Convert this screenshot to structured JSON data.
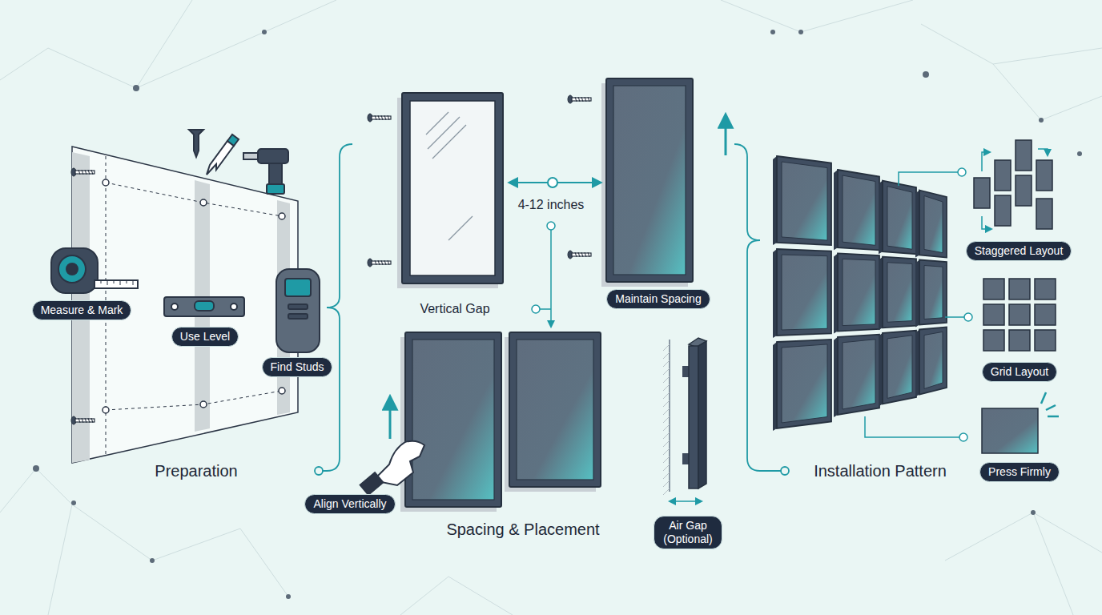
{
  "diagram": {
    "nodes": [
      {
        "text": [
          "Measure & Mark"
        ]
      },
      {
        "text": [
          "Use Level"
        ]
      },
      {
        "text": [
          "Find Studs"
        ]
      },
      {
        "text": [
          "Maintain Spacing"
        ]
      },
      {
        "text": [
          "Align Vertically"
        ]
      },
      {
        "text": [
          "Air Gap (Optional)"
        ]
      },
      {
        "text": [
          "Staggered Layout"
        ]
      },
      {
        "text": [
          "Grid Layout"
        ]
      },
      {
        "text": [
          "Press Firmly"
        ]
      }
    ],
    "labels": [
      "Preparation",
      "Vertical Gap",
      "4-12 inches",
      "Spacing & Placement",
      "Installation Pattern"
    ]
  }
}
